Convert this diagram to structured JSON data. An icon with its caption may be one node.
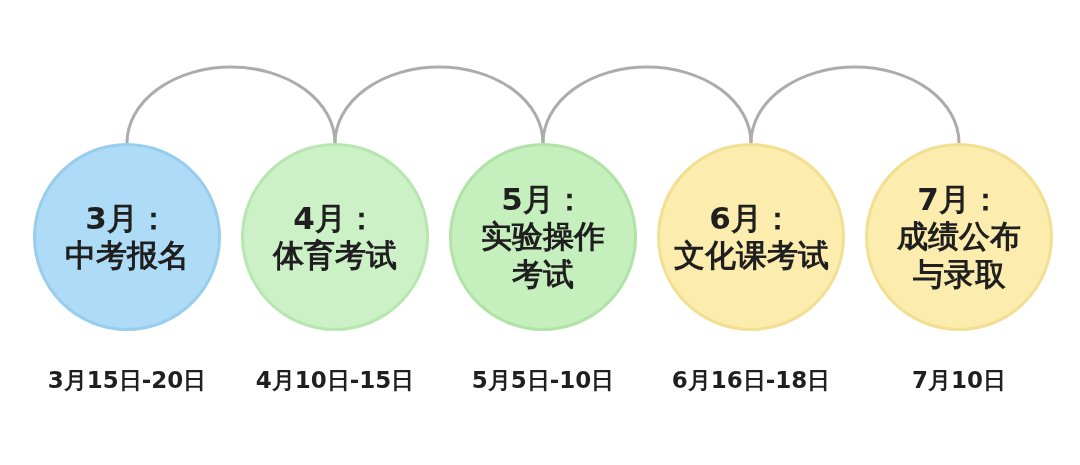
{
  "diagram": {
    "nodes": [
      {
        "text": [
          "3月：",
          "中考报名"
        ],
        "beside": [
          "3月15日-20日"
        ]
      },
      {
        "text": [
          "4月：",
          "体育考试"
        ],
        "beside": [
          "4月10日-15日"
        ]
      },
      {
        "text": [
          "5月：",
          "实验操作考试"
        ],
        "beside": [
          "5月5日-10日"
        ]
      },
      {
        "text": [
          "6月：",
          "文化课考试"
        ],
        "beside": [
          "6月16日-18日"
        ]
      },
      {
        "text": [
          "7月：",
          "成绩公布与录取"
        ],
        "beside": [
          "7月10日"
        ]
      }
    ],
    "edges": [
      {
        "from": 0,
        "to": 1,
        "arrow": "none"
      },
      {
        "from": 1,
        "to": 2,
        "arrow": "none"
      },
      {
        "from": 2,
        "to": 3,
        "arrow": "none"
      },
      {
        "from": 3,
        "to": 4,
        "arrow": "none"
      }
    ]
  }
}
